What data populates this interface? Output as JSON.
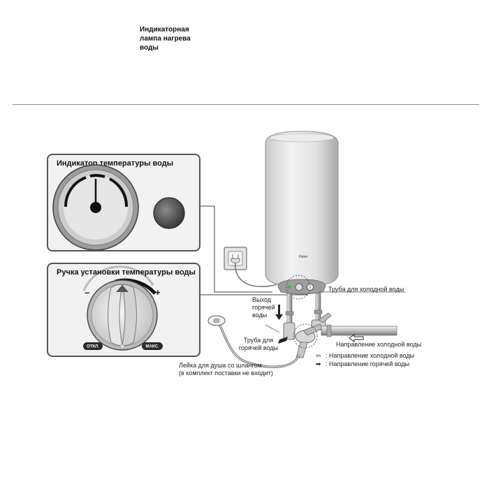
{
  "indicator_panel": {
    "title": "Индикатор температуры воды",
    "lamp_label": "Индикаторная лампа нагрева воды"
  },
  "knob_panel": {
    "title": "Ручка установки температуры воды",
    "minus": "–",
    "plus": "+",
    "off_label": "ОТКЛ.",
    "max_label": "МАКС."
  },
  "heater": {
    "brand": "Haier"
  },
  "labels": {
    "cold_pipe": "Труба для холодной воды",
    "hot_outlet": "Выход\nгорячей\nводы",
    "hot_pipe": "Труба для\nгорячей воды",
    "cold_direction": "Направление холодной воды",
    "shower": "Лейка для душа со шлангом\n(в комплект поставки не входит)"
  },
  "legend": [
    {
      "symbol": "⇦",
      "text": ": Направление холодной воды"
    },
    {
      "symbol": "➡",
      "text": ": Направление горячей воды"
    }
  ]
}
